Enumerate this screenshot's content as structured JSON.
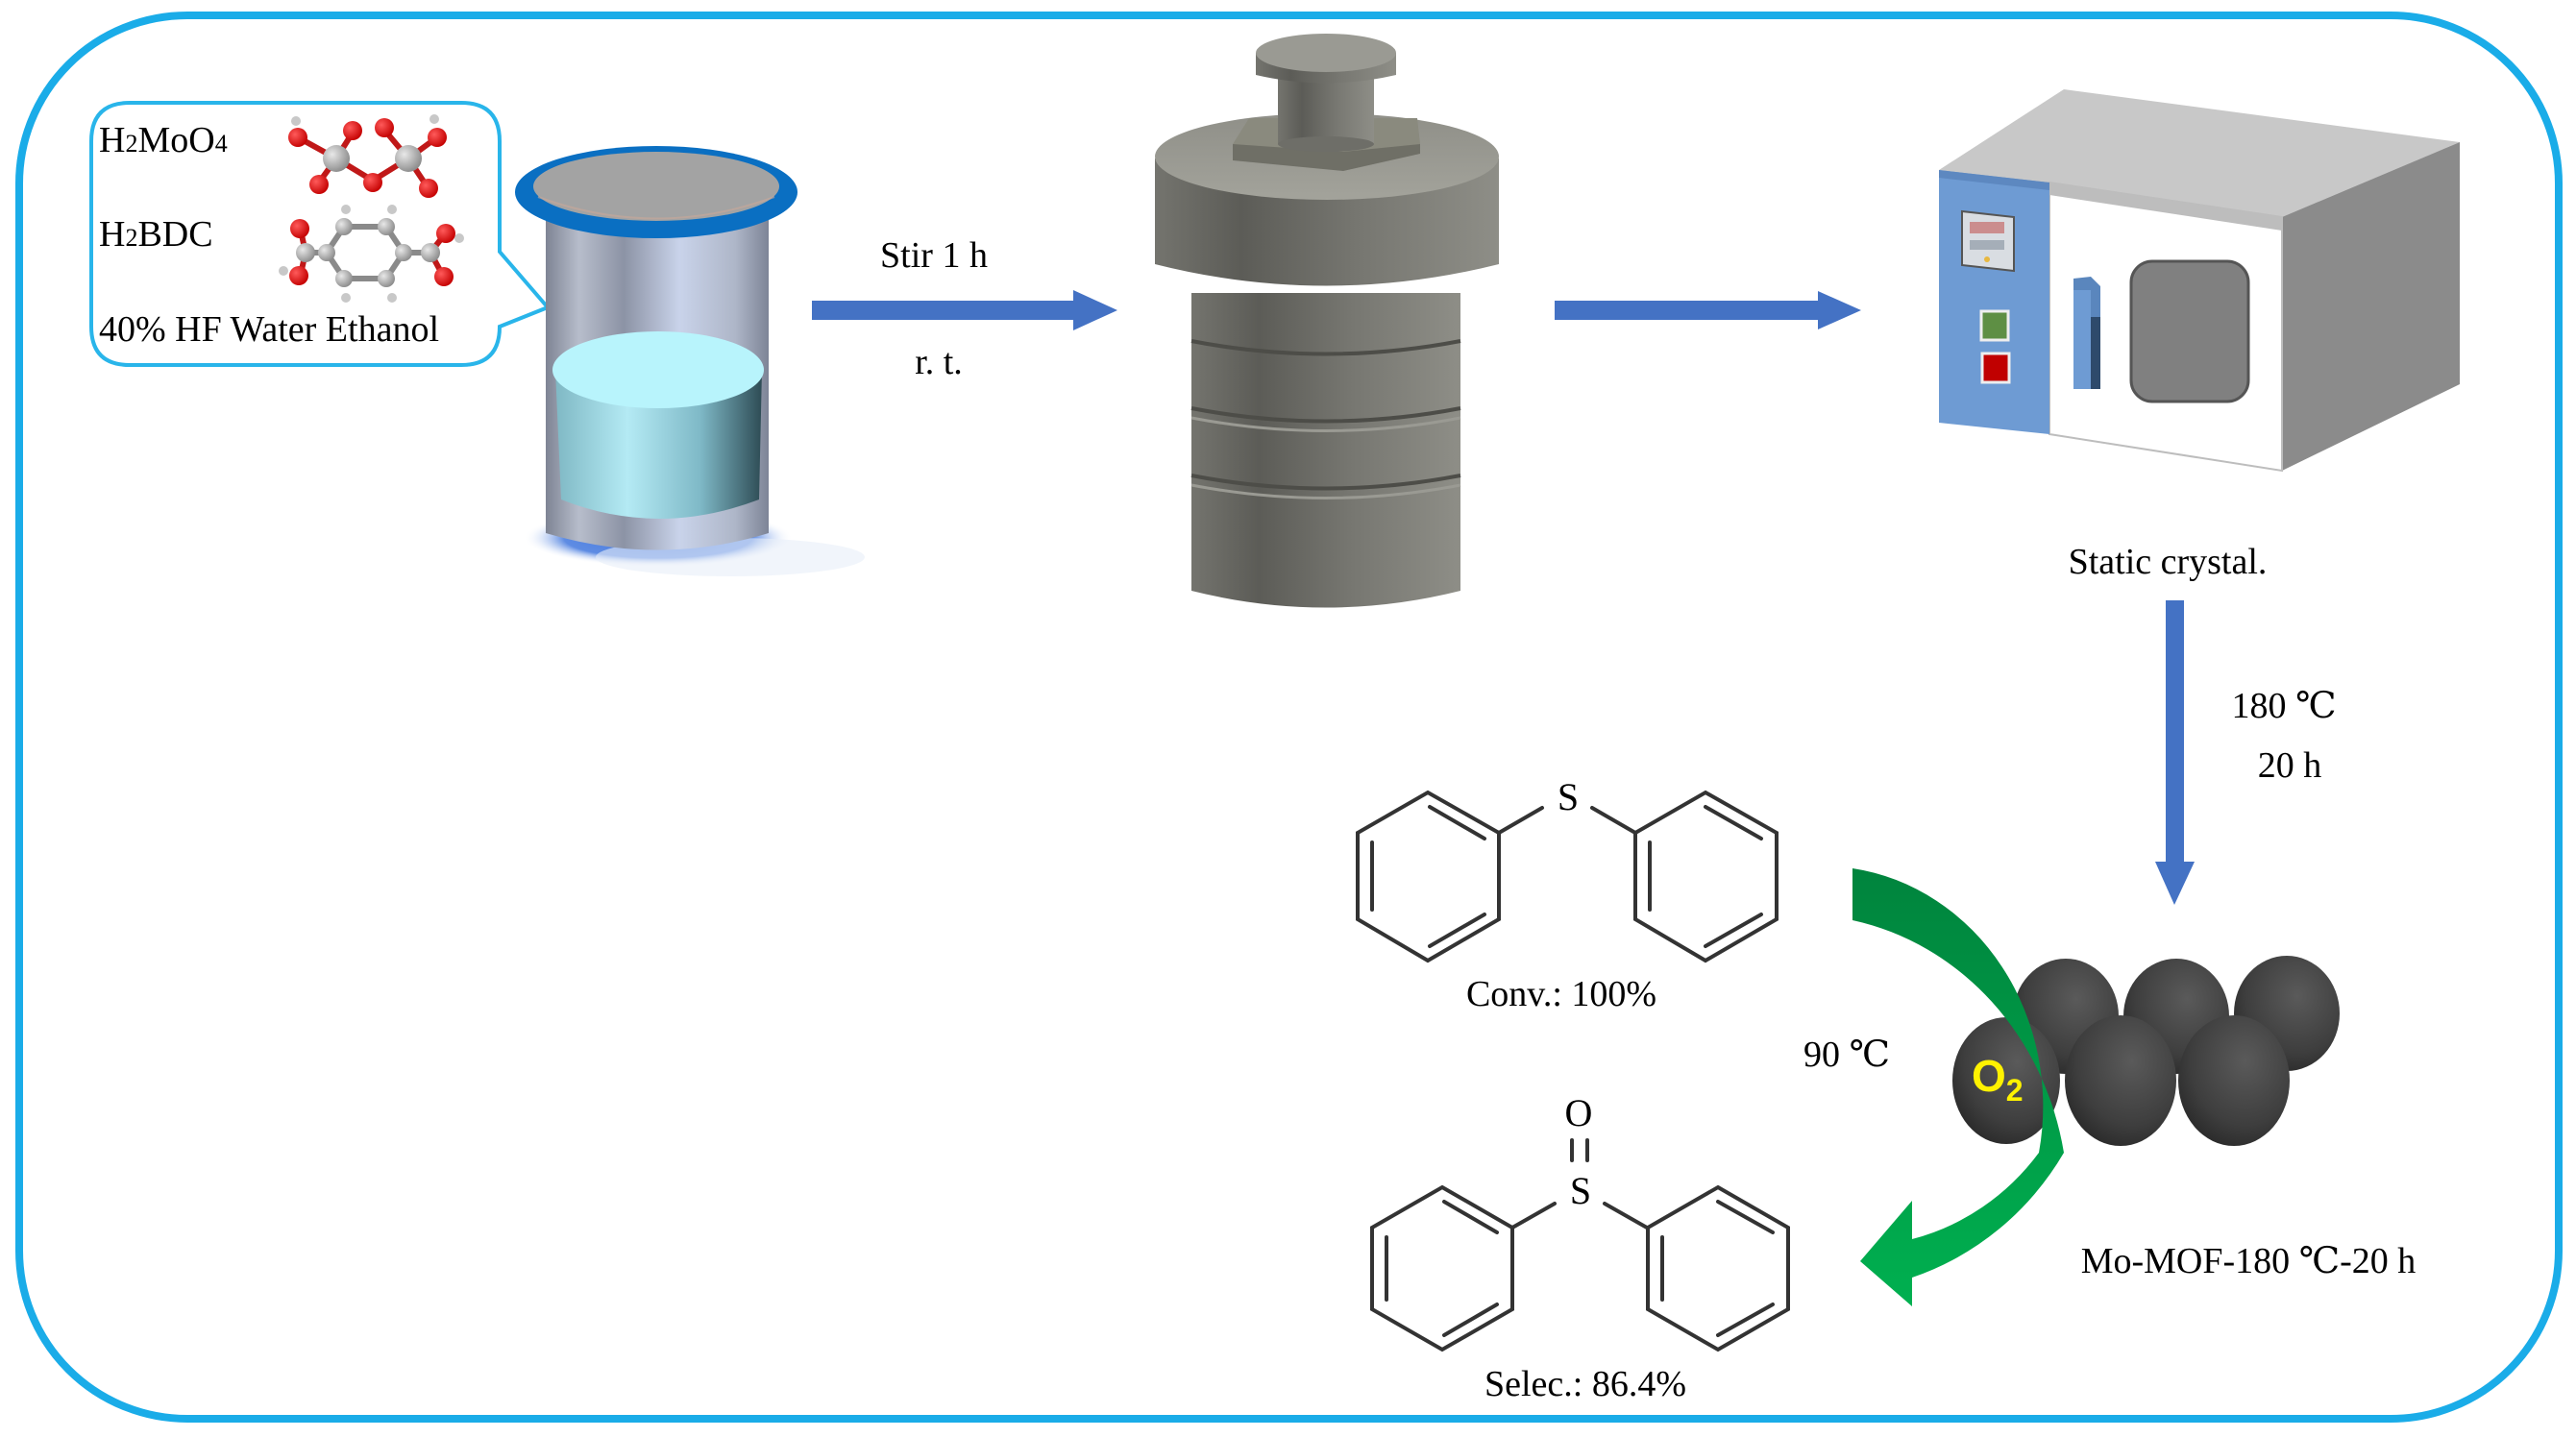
{
  "diagram": {
    "title": "Synthesis of Mo-MOF and catalytic oxidation of diphenyl sulfide",
    "colors": {
      "frame": "#1AACE8",
      "flow_arrow": "#4472C4",
      "reaction_arrow": "#00A651",
      "o2_label": "#FFF200",
      "oven_panel": "#6E9BD3",
      "liquid": "#B8F2FA"
    },
    "reagents": {
      "items": [
        {
          "formula_main": "H",
          "formula_sub1": "2",
          "formula_mid": "MoO",
          "formula_sub2": "4",
          "full": "H2MoO4",
          "icon": "molybdic-acid-ball-stick-icon"
        },
        {
          "formula_main": "H",
          "formula_sub1": "2",
          "formula_mid": "BDC",
          "full": "H2BDC",
          "icon": "terephthalic-acid-ball-stick-icon"
        },
        {
          "full": "40% HF Water Ethanol"
        }
      ]
    },
    "steps": {
      "step1": {
        "top": "Stir 1 h",
        "bottom": "r. t."
      },
      "step3_label": "Static crystal.",
      "step4": {
        "line1": "180 ℃",
        "line2": "20 h"
      }
    },
    "apparatus": {
      "beaker": "beaker-icon",
      "autoclave": "autoclave-icon",
      "oven": "drying-oven-icon"
    },
    "catalysis": {
      "substrate_atom": "S",
      "substrate_caption": "Conv.: 100%",
      "product_atom_s": "S",
      "product_atom_o": "O",
      "product_caption": "Selec.: 86.4%",
      "temperature": "90 ℃",
      "oxidant_main": "O",
      "oxidant_sub": "2",
      "catalyst_label": "Mo-MOF-180 ℃-20 h"
    }
  }
}
